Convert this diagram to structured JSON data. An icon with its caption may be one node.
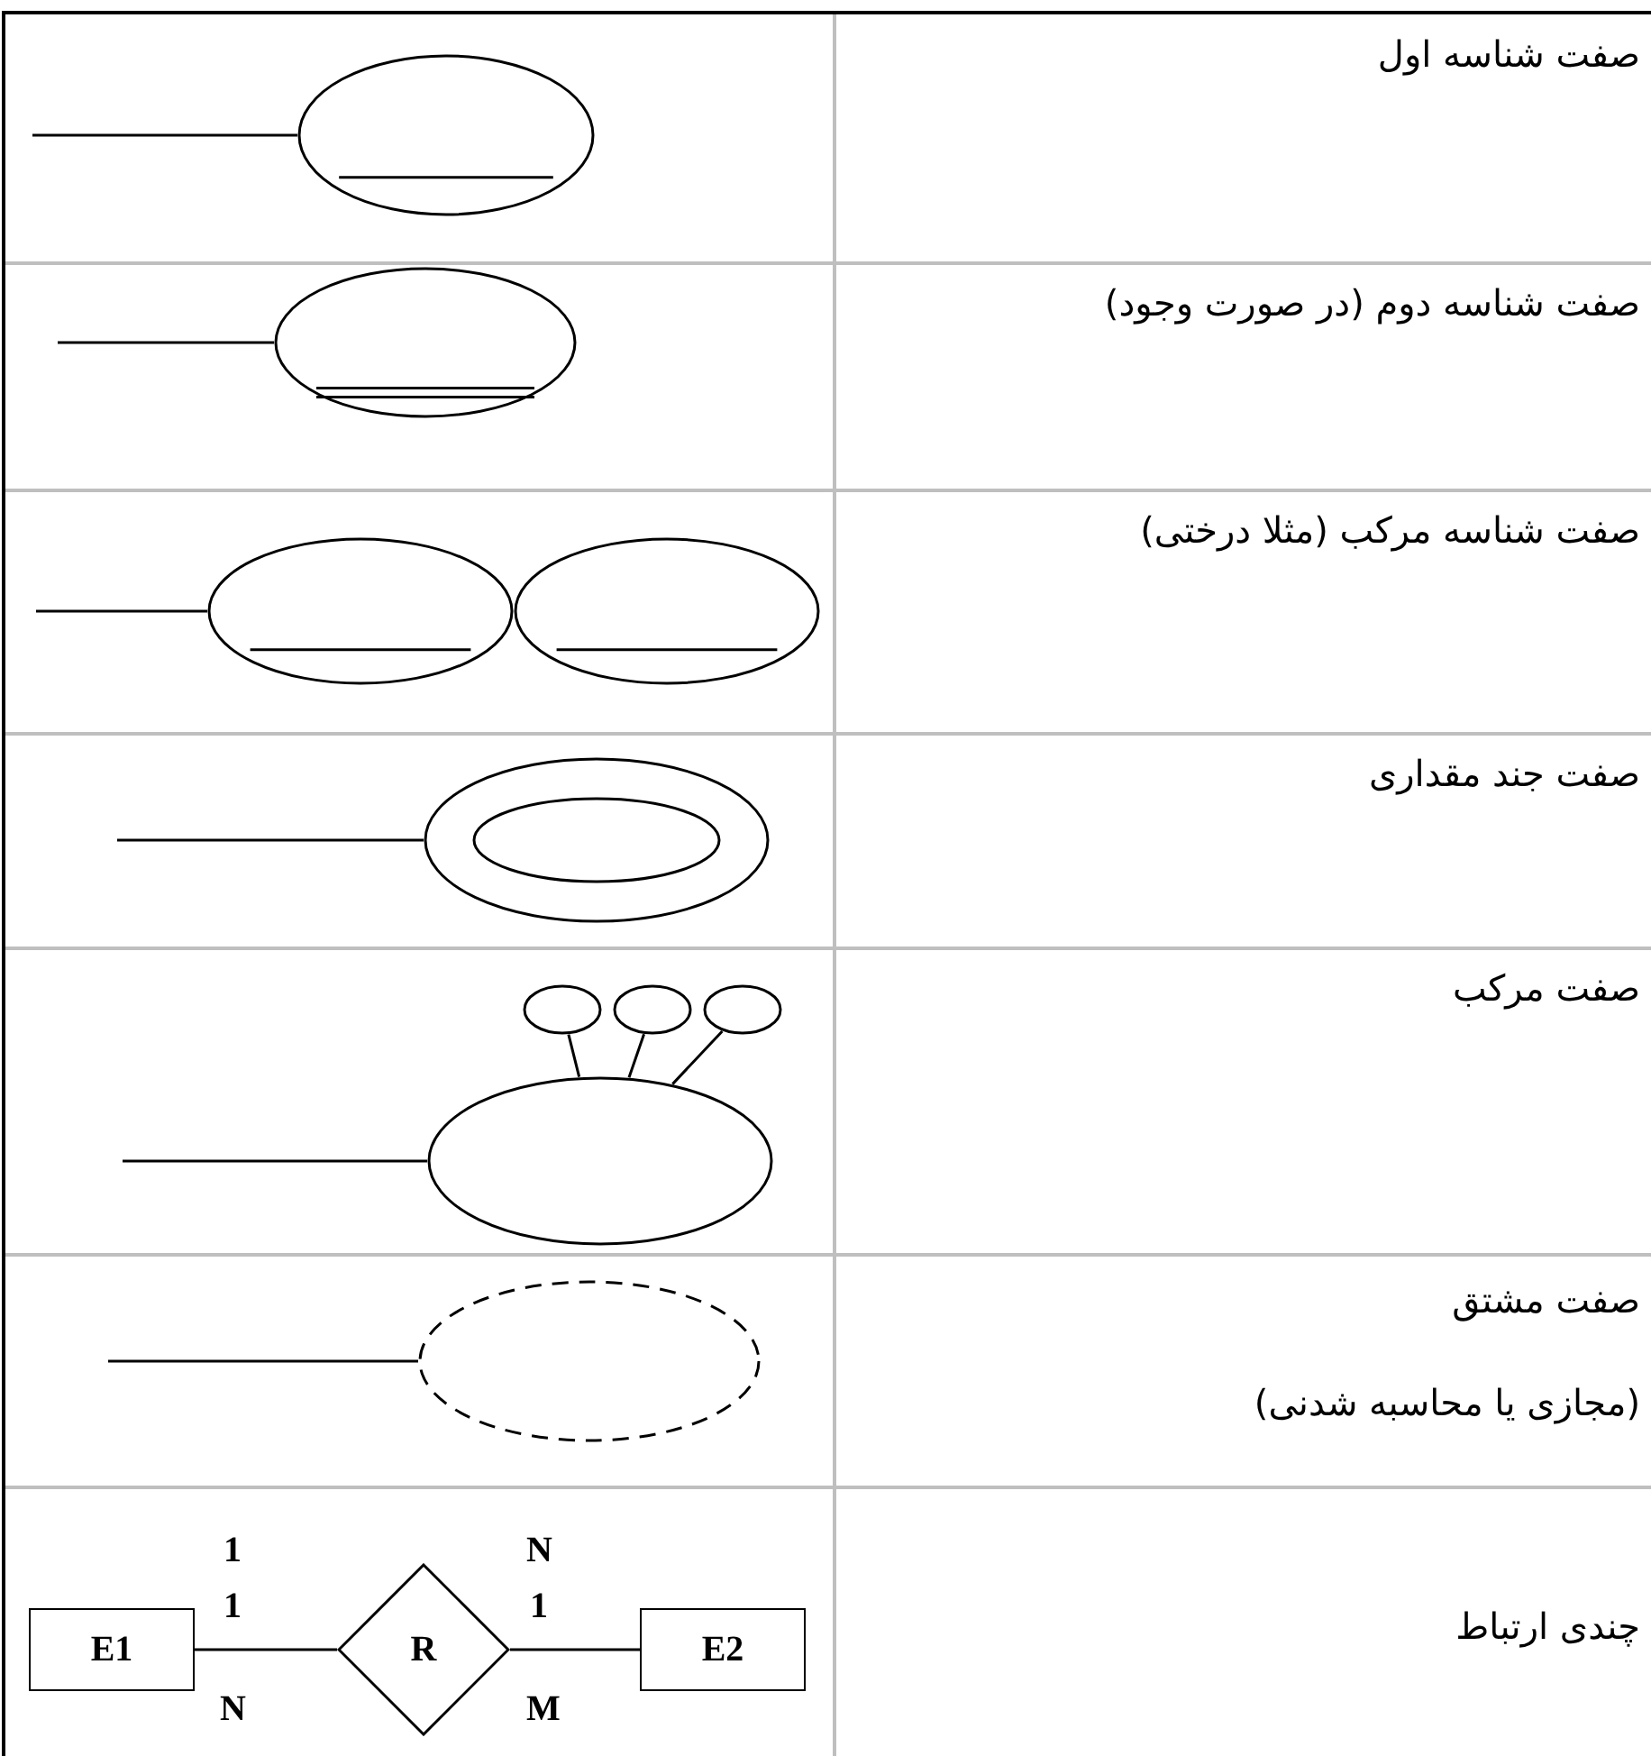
{
  "diagram": {
    "nodes": [
      {
        "text": [],
        "shape": "ellipse"
      },
      {
        "text": [],
        "shape": "ellipse"
      },
      {
        "text": [],
        "shape": "ellipse"
      },
      {
        "text": [],
        "shape": "ellipse"
      },
      {
        "text": [],
        "shape": "ellipse"
      },
      {
        "text": [],
        "shape": "ellipse",
        "in": 4
      },
      {
        "text": [],
        "shape": "ellipse"
      },
      {
        "text": [],
        "shape": "ellipse"
      },
      {
        "text": [],
        "shape": "ellipse"
      },
      {
        "text": [],
        "shape": "ellipse"
      },
      {
        "text": [],
        "shape": "ellipse"
      },
      {
        "text": [
          "E1"
        ]
      },
      {
        "text": [
          "R"
        ]
      },
      {
        "text": [
          "E2"
        ]
      }
    ],
    "edges": [
      {
        "from": null,
        "to": 0,
        "arrow": "none"
      },
      {
        "from": null,
        "to": 1,
        "arrow": "none"
      },
      {
        "from": null,
        "to": 2,
        "arrow": "none"
      },
      {
        "from": null,
        "to": 4,
        "arrow": "none"
      },
      {
        "from": 6,
        "to": 9,
        "arrow": "none"
      },
      {
        "from": 7,
        "to": 9,
        "arrow": "none"
      },
      {
        "from": 8,
        "to": 9,
        "arrow": "none"
      },
      {
        "from": null,
        "to": 9,
        "arrow": "none"
      },
      {
        "from": null,
        "to": 10,
        "arrow": "none"
      },
      {
        "from": 11,
        "to": 12,
        "arrow": "none"
      },
      {
        "from": 12,
        "to": 13,
        "arrow": "none"
      }
    ],
    "labels": [
      "صفت شناسه اول",
      "صفت شناسه دوم (در صورت وجود)",
      "صفت شناسه مرکب (مثلا درختی)",
      "صفت جند مقداری",
      "صفت مرکب",
      "صفت مشتق",
      "(مجازی یا محاسبه شدنی)",
      "1",
      "1",
      "N",
      "N",
      "1",
      "M",
      "چندی ارتباط"
    ]
  }
}
